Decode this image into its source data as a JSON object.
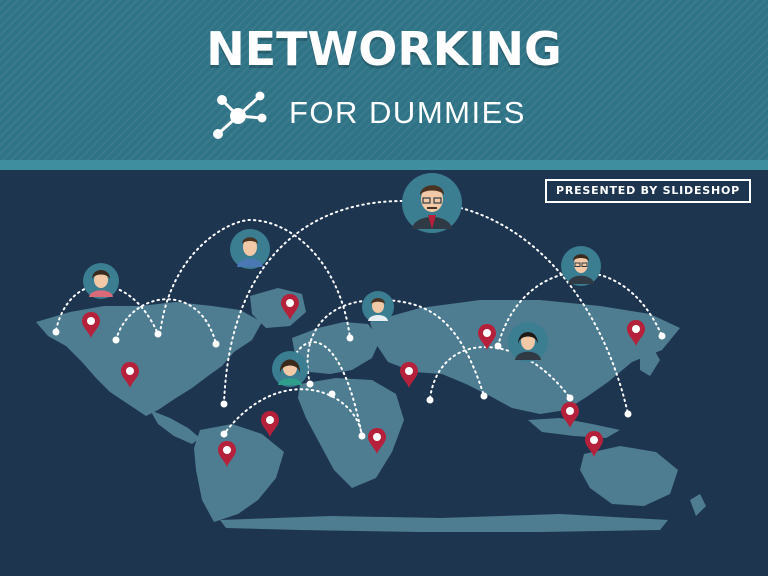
{
  "slide": {
    "title": "NETWORKING",
    "subtitle": "FOR DUMMIES",
    "presenter_badge": "PRESENTED BY SLIDESHOP"
  },
  "icons": {
    "network": "network-hub-icon",
    "location_pin": "map-pin-icon",
    "person": "person-avatar-icon"
  },
  "colors": {
    "header_bg": "#2f7386",
    "header_band": "#3f8ea0",
    "page_bg": "#1e3550",
    "map_land": "#4e7d91",
    "pin": "#b5213a",
    "avatar_circle": "#3b7d91",
    "connection_line": "#ffffff"
  }
}
